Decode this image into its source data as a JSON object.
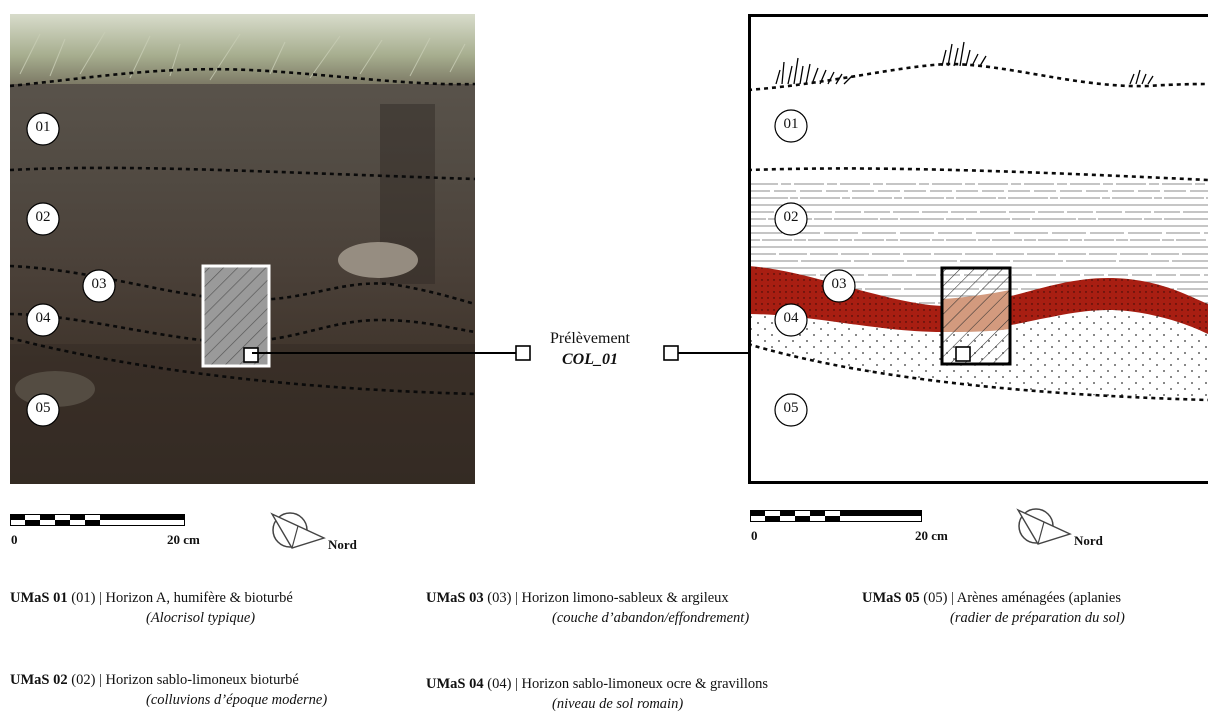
{
  "sample": {
    "label": "Prélèvement",
    "code": "COL_01"
  },
  "layers_left": [
    "01",
    "02",
    "03",
    "04",
    "05"
  ],
  "layers_right": [
    "01",
    "02",
    "03",
    "04",
    "05"
  ],
  "scale_left": {
    "start": "0",
    "end": "20 cm"
  },
  "scale_right": {
    "start": "0",
    "end": "20 cm"
  },
  "north_left": "Nord",
  "north_right": "Nord",
  "legend": [
    {
      "code": "UMaS 01",
      "ref": "(01)",
      "desc": "| Horizon A, humifère & bioturbé",
      "sub": "(Alocrisol typique)"
    },
    {
      "code": "UMaS 02",
      "ref": "(02)",
      "desc": "| Horizon sablo-limoneux bioturbé",
      "sub": "(colluvions d’époque moderne)"
    },
    {
      "code": "UMaS 03",
      "ref": "(03)",
      "desc": "| Horizon limono-sableux & argileux",
      "sub": "(couche d’abandon/effondrement)"
    },
    {
      "code": "UMaS 04",
      "ref": "(04)",
      "desc": "| Horizon sablo-limoneux ocre & gravillons",
      "sub": "(niveau de sol romain)"
    },
    {
      "code": "UMaS 05",
      "ref": "(05)",
      "desc": "| Arènes aménagées (aplanies",
      "sub": "(radier de préparation du sol)"
    }
  ],
  "colors": {
    "layer03": "#a81e12",
    "layer03_sample": "#d39a7e",
    "soil_dark": "#3b3129"
  }
}
